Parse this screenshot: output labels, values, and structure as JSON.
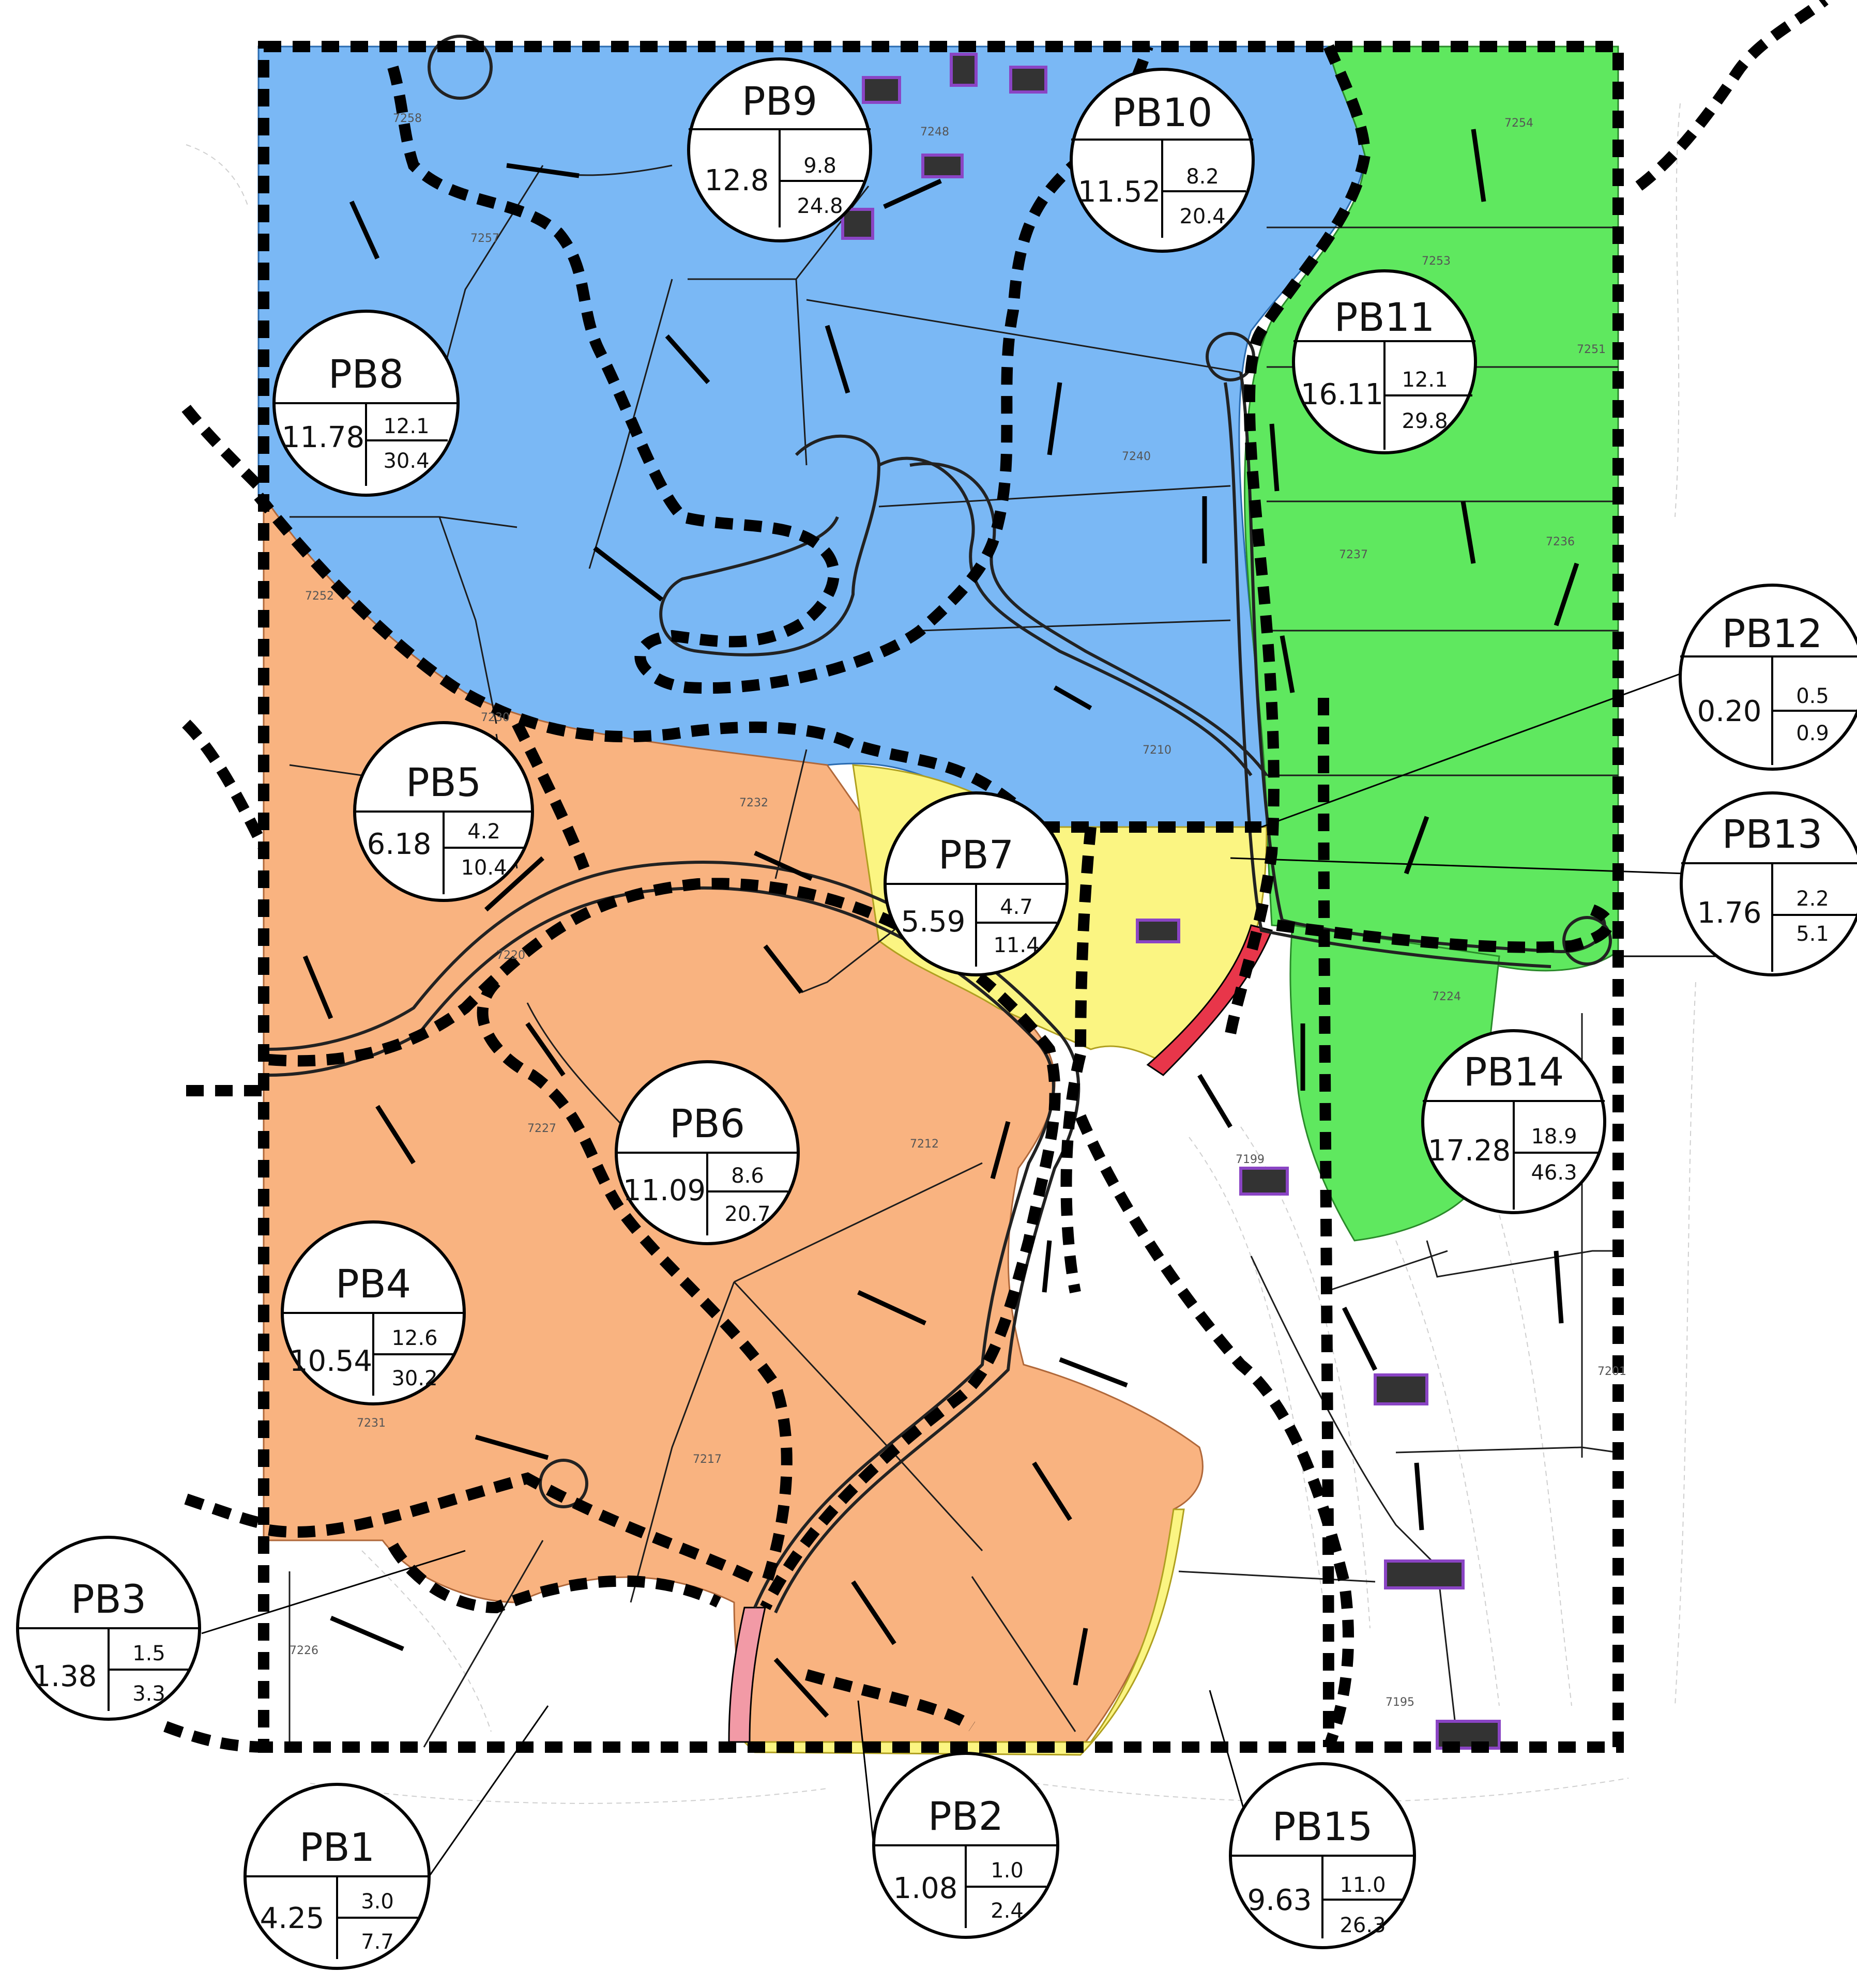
{
  "basins": [
    {
      "id": "PB1",
      "area": "4.25",
      "q_top": "3.0",
      "q_bottom": "7.7"
    },
    {
      "id": "PB2",
      "area": "1.08",
      "q_top": "1.0",
      "q_bottom": "2.4"
    },
    {
      "id": "PB3",
      "area": "1.38",
      "q_top": "1.5",
      "q_bottom": "3.3"
    },
    {
      "id": "PB4",
      "area": "10.54",
      "q_top": "12.6",
      "q_bottom": "30.2"
    },
    {
      "id": "PB5",
      "area": "6.18",
      "q_top": "4.2",
      "q_bottom": "10.4"
    },
    {
      "id": "PB6",
      "area": "11.09",
      "q_top": "8.6",
      "q_bottom": "20.7"
    },
    {
      "id": "PB7",
      "area": "5.59",
      "q_top": "4.7",
      "q_bottom": "11.4"
    },
    {
      "id": "PB8",
      "area": "11.78",
      "q_top": "12.1",
      "q_bottom": "30.4"
    },
    {
      "id": "PB9",
      "area": "12.8",
      "q_top": "9.8",
      "q_bottom": "24.8"
    },
    {
      "id": "PB10",
      "area": "11.52",
      "q_top": "8.2",
      "q_bottom": "20.4"
    },
    {
      "id": "PB11",
      "area": "16.11",
      "q_top": "12.1",
      "q_bottom": "29.8"
    },
    {
      "id": "PB12",
      "area": "0.20",
      "q_top": "0.5",
      "q_bottom": "0.9"
    },
    {
      "id": "PB13",
      "area": "1.76",
      "q_top": "2.2",
      "q_bottom": "5.1"
    },
    {
      "id": "PB14",
      "area": "17.28",
      "q_top": "18.9",
      "q_bottom": "46.3"
    },
    {
      "id": "PB15",
      "area": "9.63",
      "q_top": "11.0",
      "q_bottom": "26.3"
    }
  ],
  "contour_labels": [
    "7258",
    "7257",
    "7248",
    "7254",
    "7253",
    "7251",
    "7240",
    "7237",
    "7236",
    "7210",
    "7232",
    "7230",
    "7252",
    "7220",
    "7224",
    "7212",
    "7227",
    "7231",
    "7217",
    "7199",
    "7226",
    "7195",
    "7201"
  ],
  "colors": {
    "blue_basin": "#7ab8f5",
    "green_basin": "#5fe85f",
    "orange_basin": "#f9b380",
    "yellow_basin": "#fbf582",
    "red_channel": "#e8364a",
    "pink_channel": "#f29aa6",
    "pond_outline": "#8a44c4"
  }
}
